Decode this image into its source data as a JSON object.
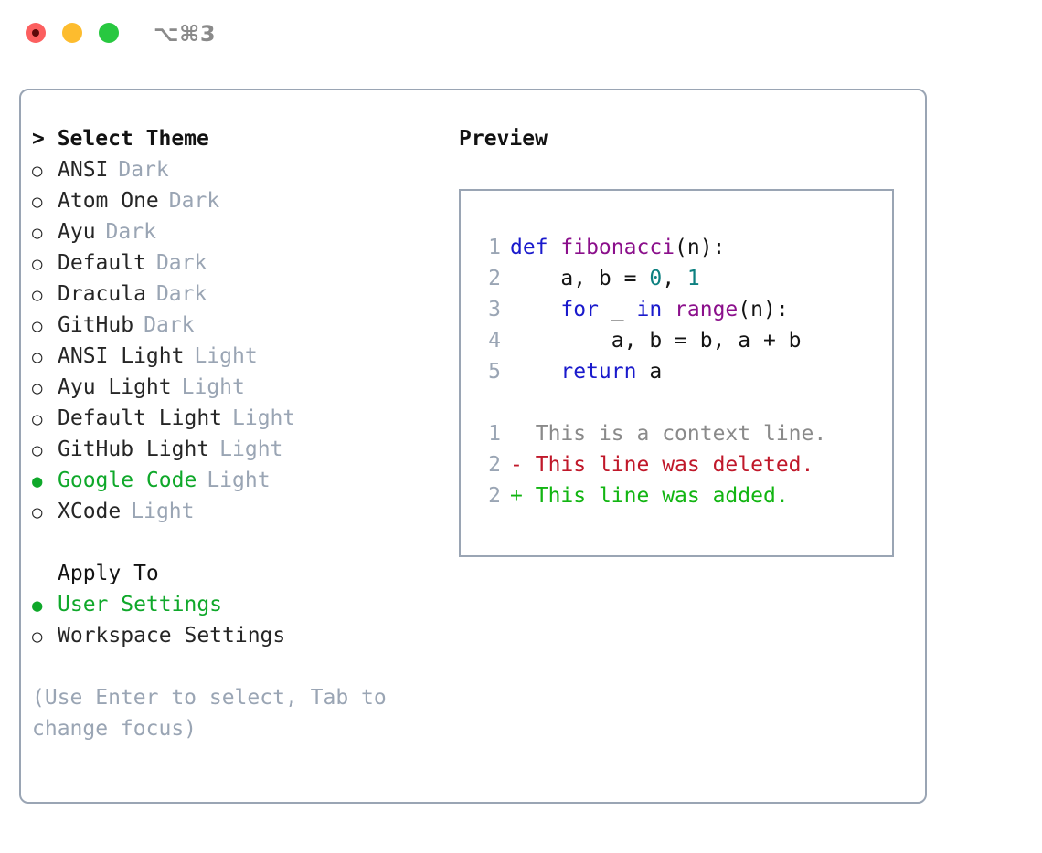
{
  "titlebar": {
    "title": "⌥⌘3",
    "buttons": [
      {
        "name": "close",
        "color": "#fc5f5f"
      },
      {
        "name": "minimize",
        "color": "#fdbc2e"
      },
      {
        "name": "maximize",
        "color": "#28c840"
      }
    ]
  },
  "theme_picker": {
    "heading": "> Select Theme",
    "prompt_symbol": ">",
    "bullet_unselected": "○",
    "bullet_selected": "●",
    "selected_color": "#0fa82a",
    "variant_color": "#9aa5b4",
    "items": [
      {
        "bullet": "○",
        "label": "ANSI",
        "variant": "Dark",
        "selected": false
      },
      {
        "bullet": "○",
        "label": "Atom One",
        "variant": "Dark",
        "selected": false
      },
      {
        "bullet": "○",
        "label": "Ayu",
        "variant": "Dark",
        "selected": false
      },
      {
        "bullet": "○",
        "label": "Default",
        "variant": "Dark",
        "selected": false
      },
      {
        "bullet": "○",
        "label": "Dracula",
        "variant": "Dark",
        "selected": false
      },
      {
        "bullet": "○",
        "label": "GitHub",
        "variant": "Dark",
        "selected": false
      },
      {
        "bullet": "○",
        "label": "ANSI Light",
        "variant": "Light",
        "selected": false
      },
      {
        "bullet": "○",
        "label": "Ayu Light",
        "variant": "Light",
        "selected": false
      },
      {
        "bullet": "○",
        "label": "Default Light",
        "variant": "Light",
        "selected": false
      },
      {
        "bullet": "○",
        "label": "GitHub Light",
        "variant": "Light",
        "selected": false
      },
      {
        "bullet": "●",
        "label": "Google Code",
        "variant": "Light",
        "selected": true
      },
      {
        "bullet": "○",
        "label": "XCode",
        "variant": "Light",
        "selected": false
      }
    ]
  },
  "apply_to": {
    "heading": "Apply To",
    "items": [
      {
        "bullet": "●",
        "label": "User Settings",
        "selected": true
      },
      {
        "bullet": "○",
        "label": "Workspace Settings",
        "selected": false
      }
    ]
  },
  "hint": "(Use Enter to select, Tab to change focus)",
  "preview": {
    "heading": "Preview",
    "code_lines": [
      {
        "lineno": "1",
        "tokens": [
          {
            "text": "def ",
            "type": "kw"
          },
          {
            "text": "fibonacci",
            "type": "fn"
          },
          {
            "text": "(n):",
            "type": "plain"
          }
        ]
      },
      {
        "lineno": "2",
        "tokens": [
          {
            "text": "    a, b = ",
            "type": "plain"
          },
          {
            "text": "0",
            "type": "num"
          },
          {
            "text": ", ",
            "type": "plain"
          },
          {
            "text": "1",
            "type": "num"
          }
        ]
      },
      {
        "lineno": "3",
        "tokens": [
          {
            "text": "    ",
            "type": "plain"
          },
          {
            "text": "for",
            "type": "kw"
          },
          {
            "text": " _ ",
            "type": "plain"
          },
          {
            "text": "in",
            "type": "kw"
          },
          {
            "text": " ",
            "type": "plain"
          },
          {
            "text": "range",
            "type": "fn"
          },
          {
            "text": "(n):",
            "type": "plain"
          }
        ]
      },
      {
        "lineno": "4",
        "tokens": [
          {
            "text": "        a, b = b, a + b",
            "type": "plain"
          }
        ]
      },
      {
        "lineno": "5",
        "tokens": [
          {
            "text": "    ",
            "type": "plain"
          },
          {
            "text": "return",
            "type": "kw"
          },
          {
            "text": " a",
            "type": "plain"
          }
        ]
      }
    ],
    "diff_lines": [
      {
        "lineno": "1",
        "marker": " ",
        "text": "This is a context line.",
        "kind": "context"
      },
      {
        "lineno": "2",
        "marker": "-",
        "text": "This line was deleted.",
        "kind": "del"
      },
      {
        "lineno": "2",
        "marker": "+",
        "text": "This line was added.",
        "kind": "add"
      }
    ],
    "colors": {
      "keyword": "#1a1acc",
      "function": "#8b0f8b",
      "number": "#0d8080",
      "plain": "#141414",
      "lineno": "#9aa5b4",
      "diff_context": "#8a8a8a",
      "diff_deleted": "#c0182a",
      "diff_added": "#12b512",
      "border": "#9aa5b4"
    }
  }
}
